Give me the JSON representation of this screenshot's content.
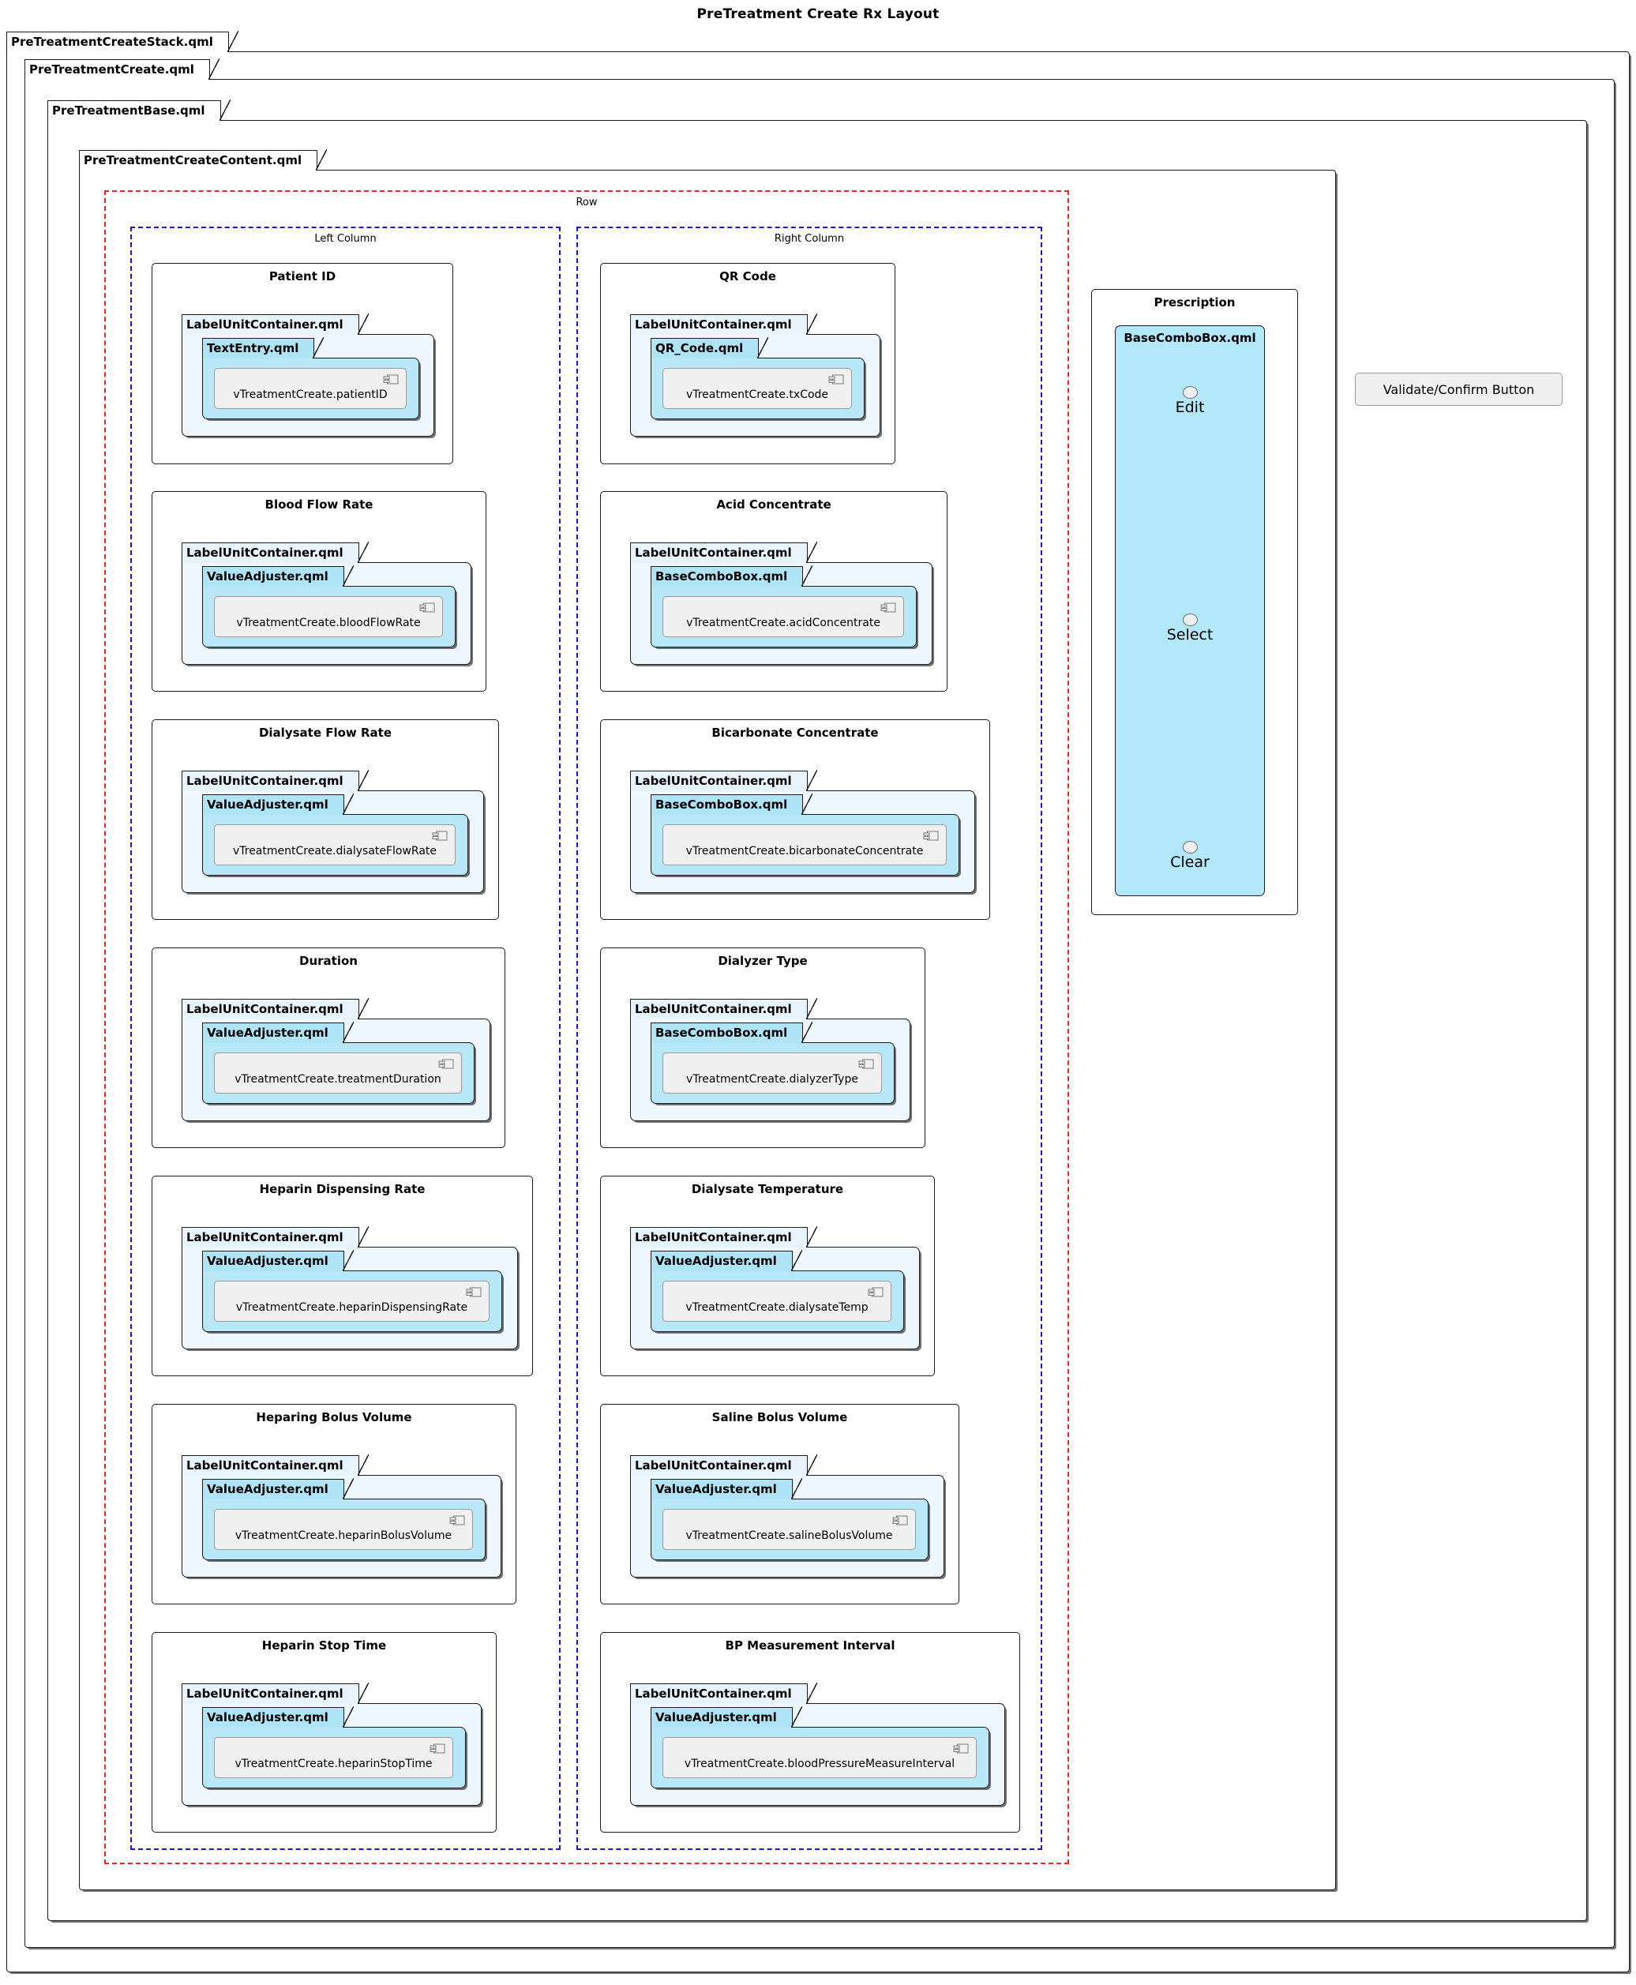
{
  "diagram": {
    "title": "PreTreatment Create Rx Layout"
  },
  "frames": [
    {
      "label": "PreTreatmentCreateStack.qml"
    },
    {
      "label": "PreTreatmentCreate.qml"
    },
    {
      "label": "PreTreatmentBase.qml"
    },
    {
      "label": "PreTreatmentCreateContent.qml"
    }
  ],
  "groups": {
    "row": "Row",
    "left_column": "Left Column",
    "right_column": "Right Column"
  },
  "left_column_items": [
    {
      "title": "Patient ID",
      "container": "LabelUnitContainer.qml",
      "widget": "TextEntry.qml",
      "component": "vTreatmentCreate.patientID"
    },
    {
      "title": "Blood Flow Rate",
      "container": "LabelUnitContainer.qml",
      "widget": "ValueAdjuster.qml",
      "component": "vTreatmentCreate.bloodFlowRate"
    },
    {
      "title": "Dialysate Flow Rate",
      "container": "LabelUnitContainer.qml",
      "widget": "ValueAdjuster.qml",
      "component": "vTreatmentCreate.dialysateFlowRate"
    },
    {
      "title": "Duration",
      "container": "LabelUnitContainer.qml",
      "widget": "ValueAdjuster.qml",
      "component": "vTreatmentCreate.treatmentDuration"
    },
    {
      "title": "Heparin Dispensing Rate",
      "container": "LabelUnitContainer.qml",
      "widget": "ValueAdjuster.qml",
      "component": "vTreatmentCreate.heparinDispensingRate"
    },
    {
      "title": "Heparing Bolus Volume",
      "container": "LabelUnitContainer.qml",
      "widget": "ValueAdjuster.qml",
      "component": "vTreatmentCreate.heparinBolusVolume"
    },
    {
      "title": "Heparin Stop Time",
      "container": "LabelUnitContainer.qml",
      "widget": "ValueAdjuster.qml",
      "component": "vTreatmentCreate.heparinStopTime"
    }
  ],
  "right_column_items": [
    {
      "title": "QR Code",
      "container": "LabelUnitContainer.qml",
      "widget": "QR_Code.qml",
      "component": "vTreatmentCreate.txCode"
    },
    {
      "title": "Acid Concentrate",
      "container": "LabelUnitContainer.qml",
      "widget": "BaseComboBox.qml",
      "component": "vTreatmentCreate.acidConcentrate"
    },
    {
      "title": "Bicarbonate Concentrate",
      "container": "LabelUnitContainer.qml",
      "widget": "BaseComboBox.qml",
      "component": "vTreatmentCreate.bicarbonateConcentrate"
    },
    {
      "title": "Dialyzer Type",
      "container": "LabelUnitContainer.qml",
      "widget": "BaseComboBox.qml",
      "component": "vTreatmentCreate.dialyzerType"
    },
    {
      "title": "Dialysate Temperature",
      "container": "LabelUnitContainer.qml",
      "widget": "ValueAdjuster.qml",
      "component": "vTreatmentCreate.dialysateTemp"
    },
    {
      "title": "Saline Bolus Volume",
      "container": "LabelUnitContainer.qml",
      "widget": "ValueAdjuster.qml",
      "component": "vTreatmentCreate.salineBolusVolume"
    },
    {
      "title": "BP Measurement Interval",
      "container": "LabelUnitContainer.qml",
      "widget": "ValueAdjuster.qml",
      "component": "vTreatmentCreate.bloodPressureMeasureInterval"
    }
  ],
  "prescription": {
    "title": "Prescription",
    "combo_title": "BaseComboBox.qml",
    "items": [
      {
        "label": "Edit"
      },
      {
        "label": "Select"
      },
      {
        "label": "Clear"
      }
    ]
  },
  "validate_button": {
    "label": "Validate/Confirm Button"
  },
  "colors": {
    "row_dash": "#e8262a",
    "column_dash": "#1616d8",
    "container_fill": "#eef7fe",
    "widget_fill": "#b8e8f8",
    "component_fill": "#f0f0f0",
    "prescription_fill": "#b3e8fb"
  }
}
